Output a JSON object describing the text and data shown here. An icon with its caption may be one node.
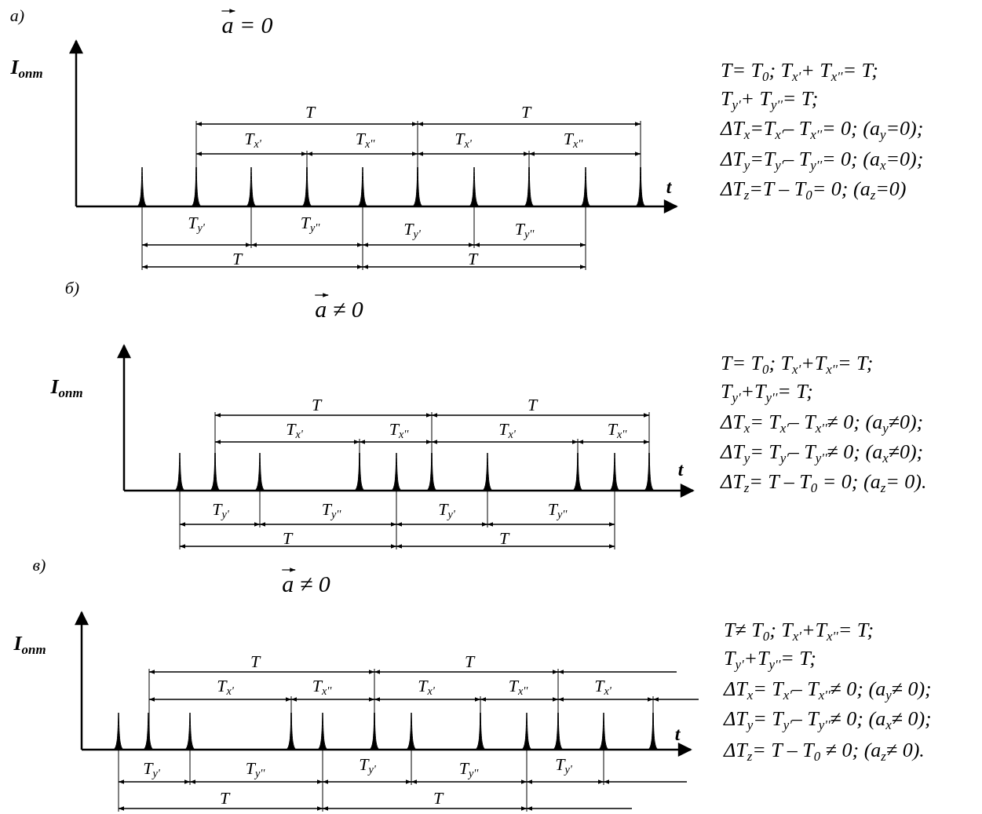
{
  "diagram": {
    "labels": [
      "а)",
      "a = 0",
      "I$_{опт}$",
      "T",
      "T",
      "T$_{x'}$",
      "T$_{x''}$",
      "T$_{x'}$",
      "T$_{x''}$",
      "t",
      "T$_{y'}$",
      "T$_{y''}$",
      "T$_{y'}$",
      "T$_{y''}$",
      "T",
      "T",
      "T= T$_{0}$;  T$_{x'}$+ T$_{x''}$= T;",
      "T$_{y'}$+ T$_{y''}$= T;",
      "ΔT$_{x}$=T$_{x'}$– T$_{x''}$= 0; (a$_{y}$=0);",
      "ΔT$_{y}$=T$_{y'}$– T$_{y''}$= 0; (a$_{x}$=0);",
      "ΔT$_{z}$=T – T$_{0}$= 0; (a$_{z}$=0)",
      "б)",
      "a ≠ 0",
      "I$_{опт}$",
      "T",
      "T",
      "T$_{x'}$",
      "T$_{x''}$",
      "T$_{x'}$",
      "T$_{x''}$",
      "t",
      "T$_{y'}$",
      "T$_{y''}$",
      "T$_{y'}$",
      "T$_{y''}$",
      "T",
      "T",
      "T= T$_{0}$;  T$_{x'}$+T$_{x''}$= T;",
      "T$_{y'}$+T$_{y''}$= T;",
      "ΔT$_{x}$= T$_{x'}$– T$_{x''}$≠ 0; (a$_{y}$≠0);",
      "ΔT$_{y}$= T$_{y'}$– T$_{y''}$≠ 0; (a$_{x}$≠0);",
      "ΔT$_{z}$= T – T$_{0}$ = 0; (a$_{z}$= 0).",
      "в)",
      "a ≠ 0",
      "I$_{опт}$",
      "T",
      "T",
      "T$_{x'}$",
      "T$_{x''}$",
      "T$_{x'}$",
      "T$_{x''}$",
      "T$_{x'}$",
      "t",
      "T$_{y'}$",
      "T$_{y''}$",
      "T$_{y'}$",
      "T$_{y''}$",
      "T$_{y'}$",
      "T",
      "T",
      "T≠ T$_{0}$; T$_{x'}$+T$_{x''}$= T;",
      "T$_{y'}$+T$_{y''}$= T;",
      "ΔT$_{x}$= T$_{x'}$– T$_{x''}$≠ 0; (a$_{y}$≠ 0);",
      "ΔT$_{y}$= T$_{y'}$– T$_{y''}$≠ 0; (a$_{x}$≠ 0);",
      "ΔT$_{z}$= T – T$_{0}$ ≠ 0; (a$_{z}$≠ 0)."
    ]
  }
}
